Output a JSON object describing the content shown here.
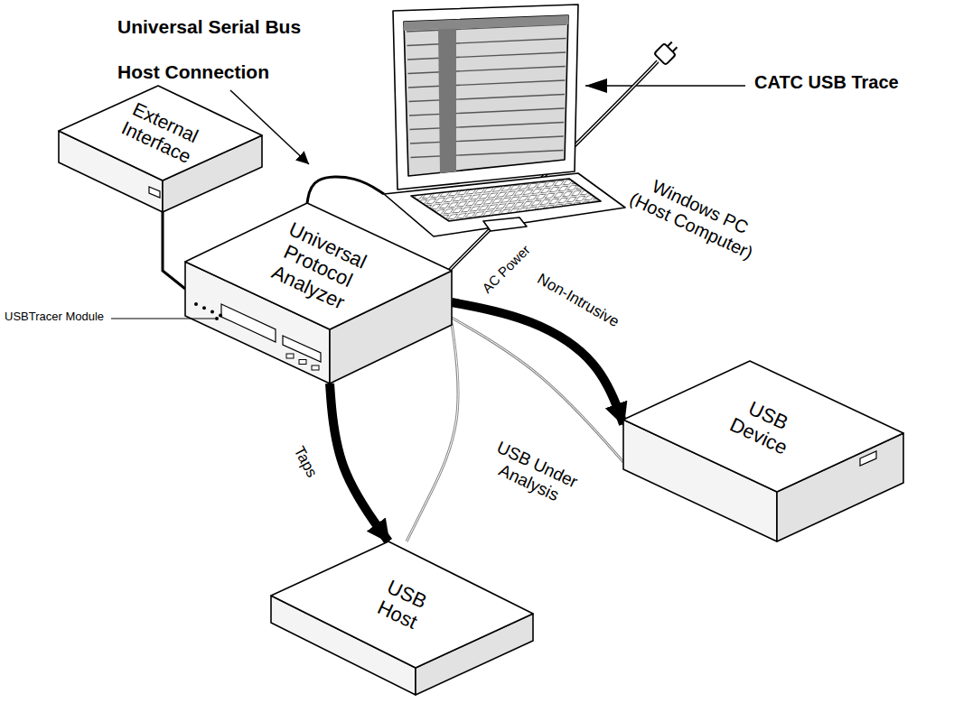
{
  "diagram": {
    "nodes": [
      {
        "text": [
          "External Interface"
        ]
      },
      {
        "text": [
          "Windows PC (Host Computer)"
        ]
      },
      {
        "text": [
          "Universal Protocol Analyzer"
        ]
      },
      {
        "text": [
          "USB Device"
        ]
      },
      {
        "text": [
          "USB Host"
        ]
      }
    ],
    "edges": [
      {
        "from": 0,
        "to": 2,
        "arrow": "none"
      },
      {
        "from": 2,
        "to": 1,
        "arrow": "none"
      },
      {
        "from": 2,
        "to": 3,
        "label": "Non-Intrusive",
        "arrow": "to"
      },
      {
        "from": 2,
        "to": 3,
        "arrow": "none"
      },
      {
        "from": 2,
        "to": 4,
        "label": "Taps",
        "arrow": "to"
      },
      {
        "from": 2,
        "to": 4,
        "arrow": "none"
      }
    ],
    "labels": [
      "Universal Serial Bus Host Connection",
      "CATC USB Trace",
      "AC Power",
      "USBTracer Module",
      "USB Under Analysis"
    ]
  }
}
